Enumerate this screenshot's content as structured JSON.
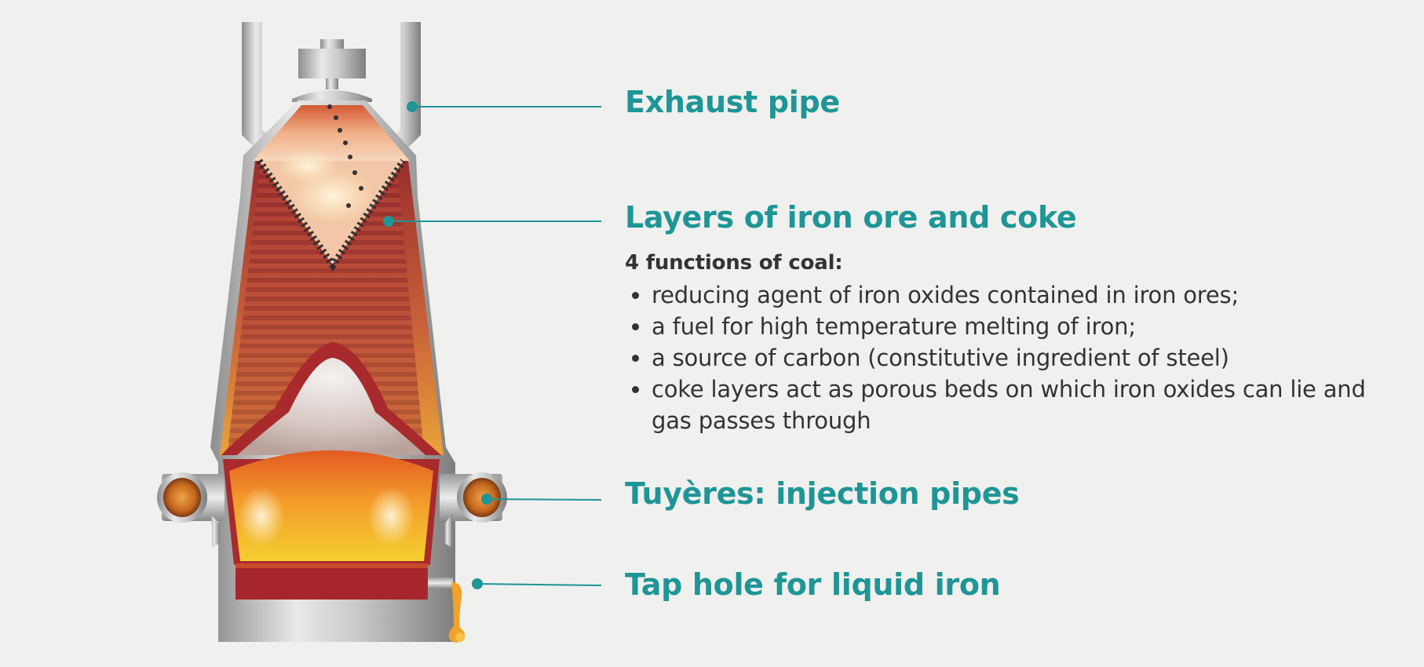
{
  "labels": {
    "exhaust": "Exhaust pipe",
    "layers": "Layers of iron ore and coke",
    "tuyeres": "Tuyères: injection pipes",
    "tap": "Tap hole for liquid iron"
  },
  "coal_functions": {
    "title": "4 functions of coal:",
    "items": [
      "reducing agent of iron oxides contained in iron ores;",
      "a fuel for high temperature melting of iron;",
      "a source of carbon (constitutive ingredient of steel)",
      "coke layers act as porous beds on which iron oxides can lie and gas passes through"
    ]
  },
  "colors": {
    "accent": "#1e9596",
    "text": "#333333",
    "background": "#f0f0ee",
    "hot_iron": "#f0a020",
    "refractory": "#a82a2c"
  }
}
